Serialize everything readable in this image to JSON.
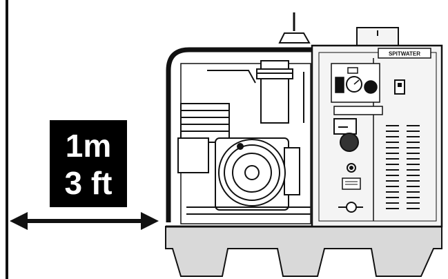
{
  "clearance": {
    "metric": "1m",
    "imperial": "3 ft"
  },
  "machine": {
    "brand": "SPITWATER"
  },
  "colors": {
    "line": "#111111",
    "base_fill": "#d9d9d9",
    "panel_fill": "#f4f4f4",
    "box_fill": "#000000",
    "box_text": "#ffffff"
  }
}
